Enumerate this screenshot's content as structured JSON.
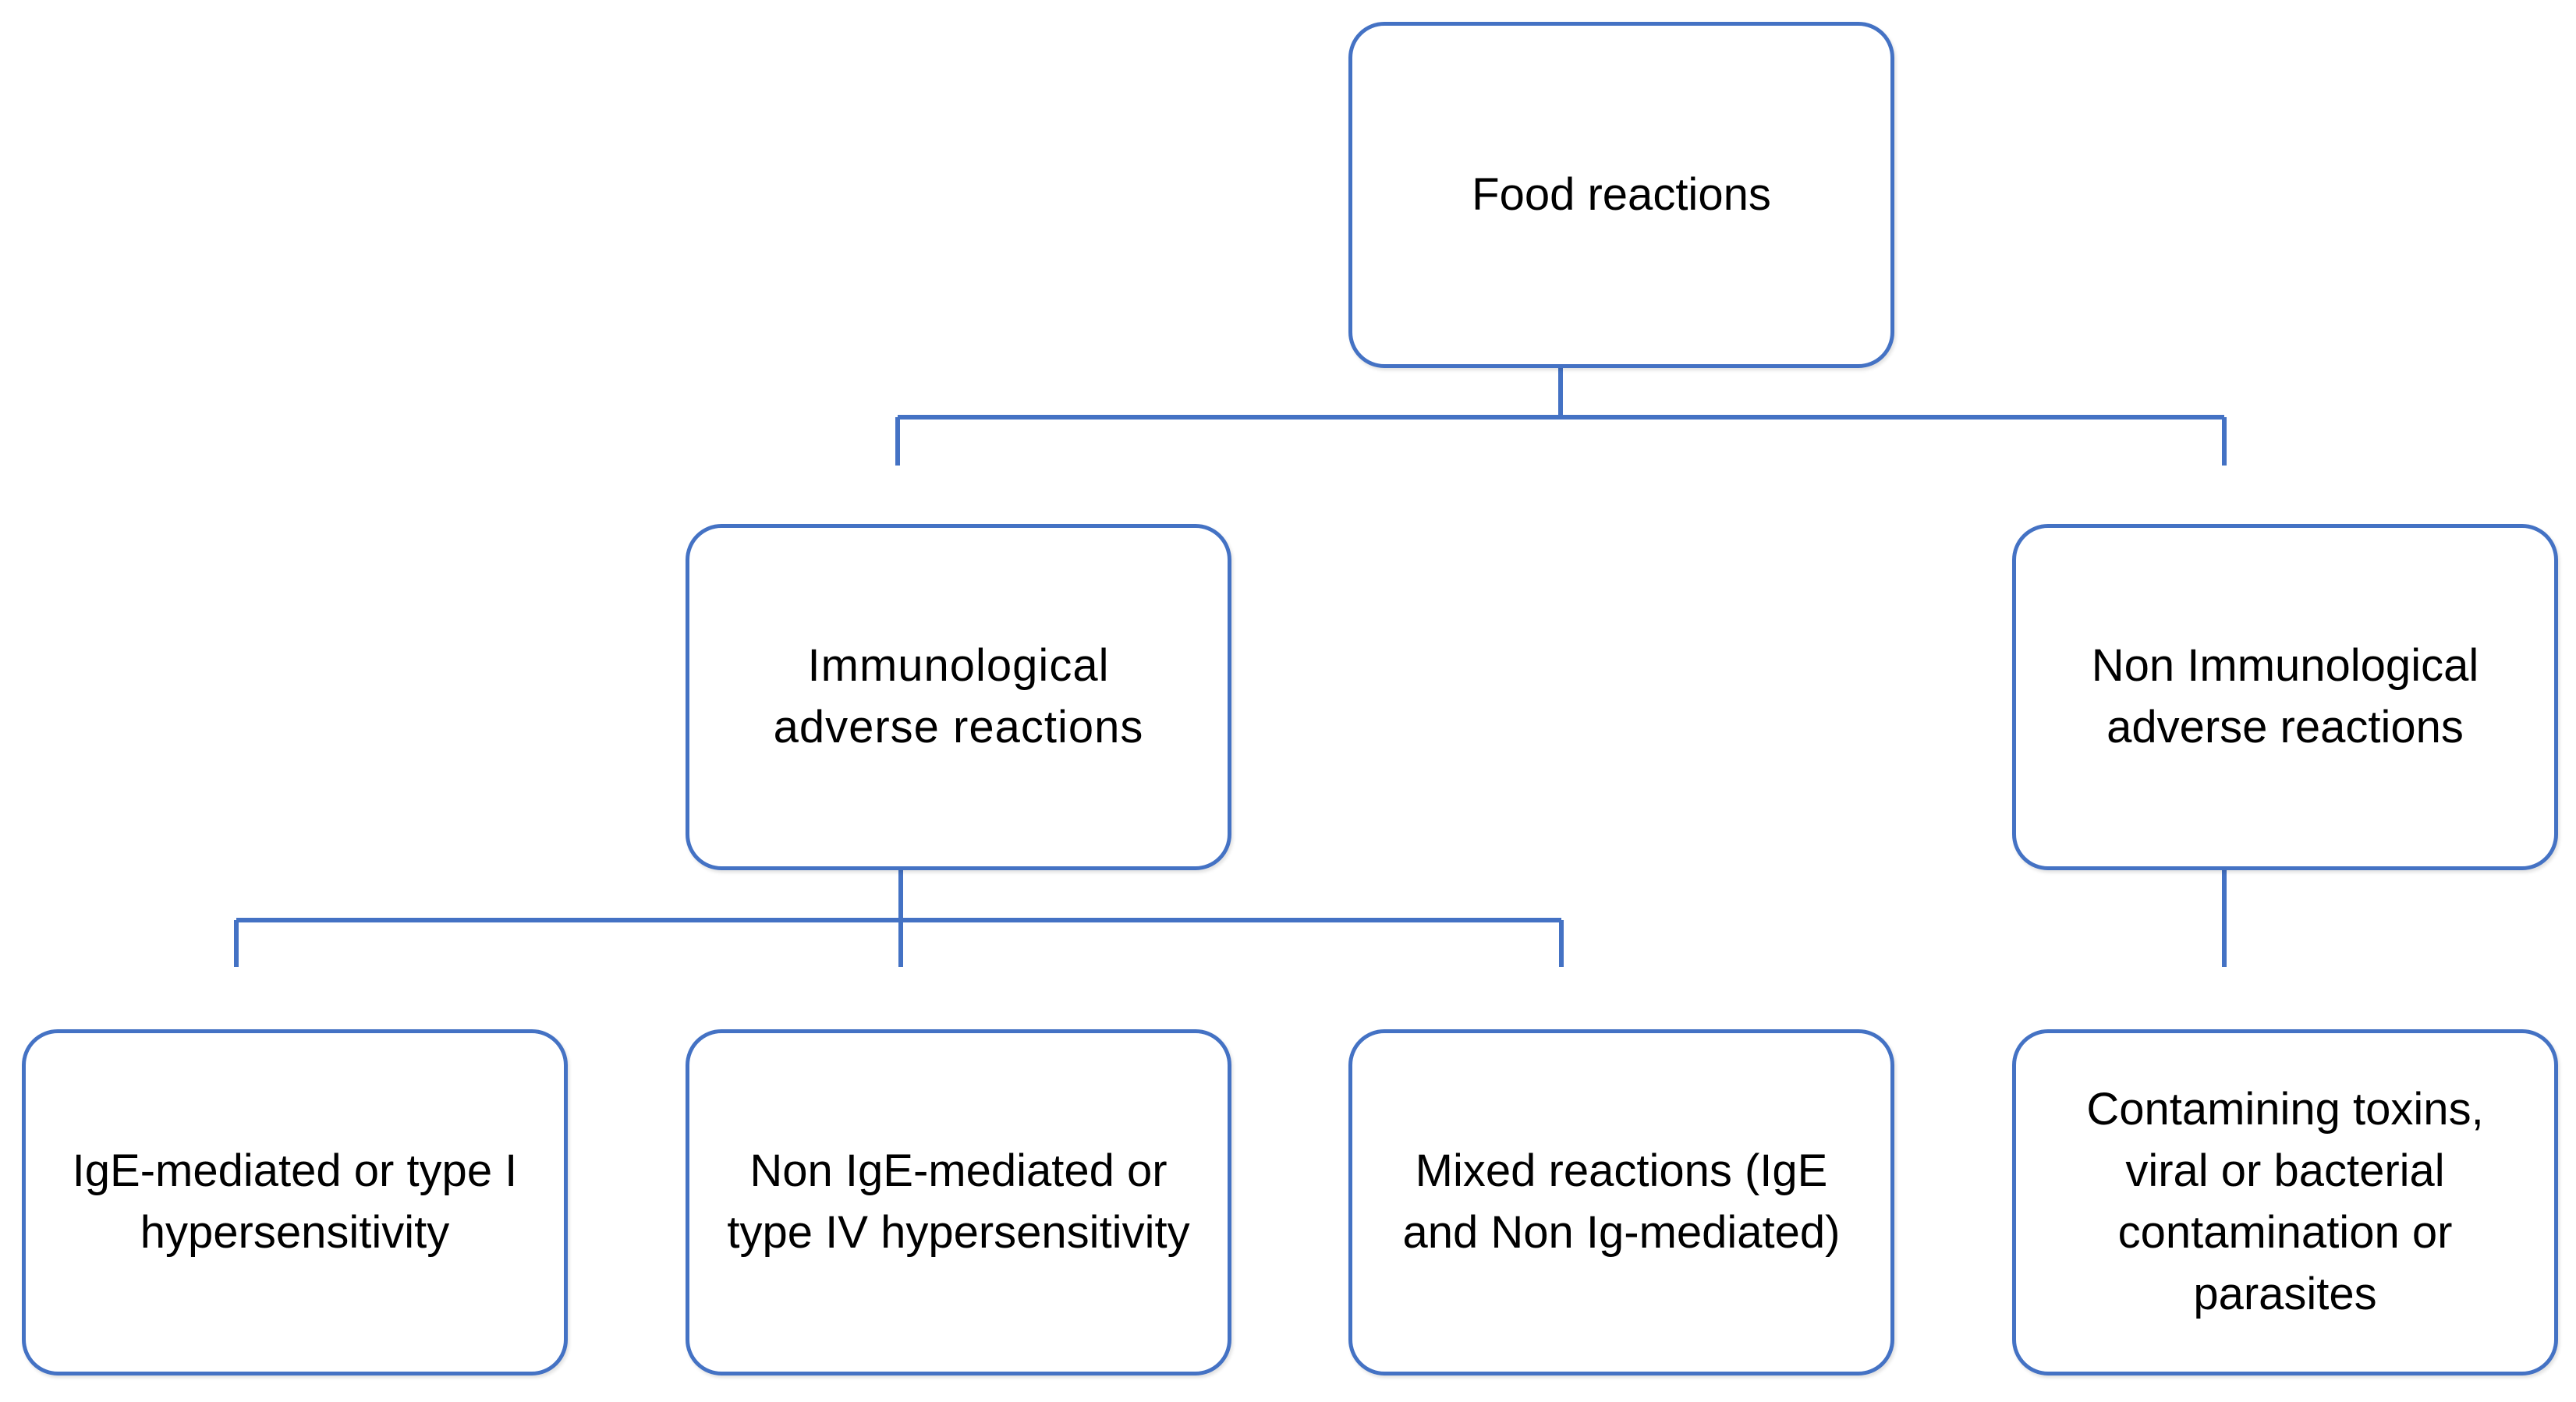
{
  "diagram": {
    "root": {
      "label": "Food reactions"
    },
    "branches": {
      "immunological": {
        "label": "Immunological adverse reactions",
        "children": [
          {
            "label": "IgE-mediated or type I hypersensitivity"
          },
          {
            "label": "Non IgE-mediated or type IV hypersensitivity"
          },
          {
            "label": "Mixed reactions (IgE and Non Ig-mediated)"
          }
        ]
      },
      "non_immunological": {
        "label": "Non Immunological adverse reactions",
        "children": [
          {
            "label": "Contamining toxins, viral or bacterial contamination or parasites"
          }
        ]
      }
    },
    "colors": {
      "border": "#4472c4",
      "text": "#000000",
      "background": "#ffffff"
    }
  }
}
